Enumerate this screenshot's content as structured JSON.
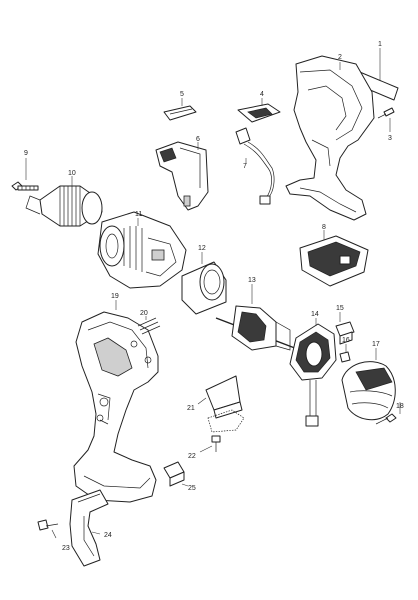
{
  "diagram": {
    "parts": [
      {
        "id": "p1",
        "number": "1"
      },
      {
        "id": "p2",
        "number": "2"
      },
      {
        "id": "p3",
        "number": "3"
      },
      {
        "id": "p4",
        "number": "4"
      },
      {
        "id": "p5",
        "number": "5"
      },
      {
        "id": "p6",
        "number": "6"
      },
      {
        "id": "p7",
        "number": "7"
      },
      {
        "id": "p8",
        "number": "8"
      },
      {
        "id": "p9",
        "number": "9"
      },
      {
        "id": "p10",
        "number": "10"
      },
      {
        "id": "p11",
        "number": "11"
      },
      {
        "id": "p12",
        "number": "12"
      },
      {
        "id": "p13",
        "number": "13"
      },
      {
        "id": "p14",
        "number": "14"
      },
      {
        "id": "p15",
        "number": "15"
      },
      {
        "id": "p16",
        "number": "16"
      },
      {
        "id": "p17",
        "number": "17"
      },
      {
        "id": "p18",
        "number": "18"
      },
      {
        "id": "p19",
        "number": "19"
      },
      {
        "id": "p20",
        "number": "20"
      },
      {
        "id": "p21",
        "number": "21"
      },
      {
        "id": "p22",
        "number": "22"
      },
      {
        "id": "p23",
        "number": "23"
      },
      {
        "id": "p24",
        "number": "24"
      },
      {
        "id": "p25",
        "number": "25"
      }
    ]
  }
}
